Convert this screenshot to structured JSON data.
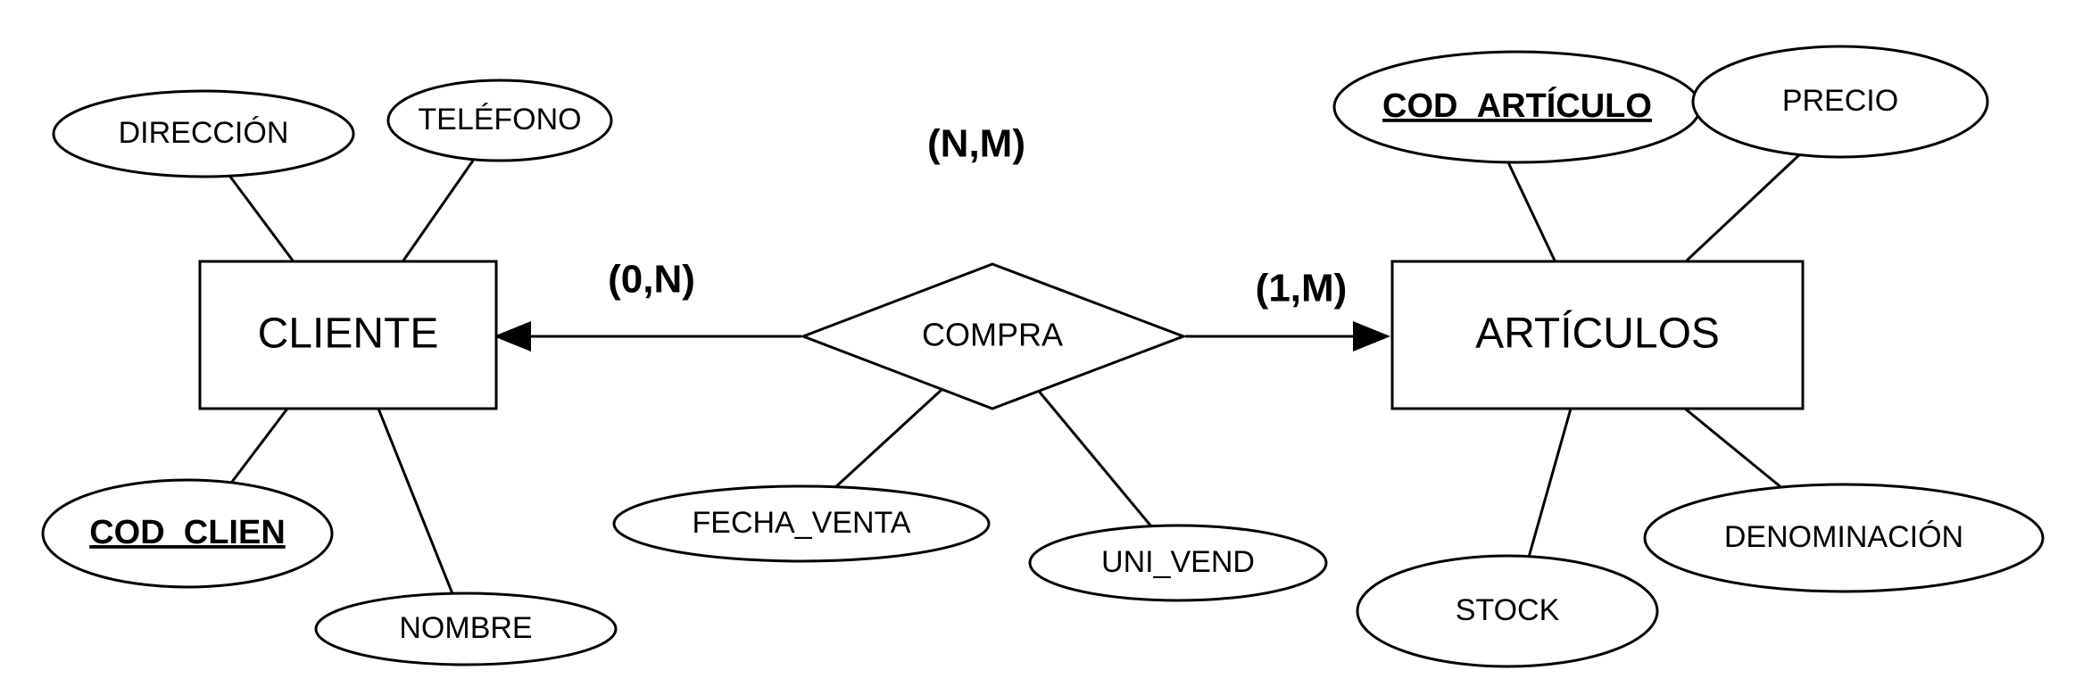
{
  "diagram": {
    "relationship": {
      "label": "COMPRA",
      "cardinality": "(N,M)"
    },
    "cliente": {
      "label": "CLIENTE",
      "cardinality": "(0,N)",
      "attributes": {
        "direccion": "DIRECCIÓN",
        "telefono": "TELÉFONO",
        "cod_clien": "COD_CLIEN",
        "nombre": "NOMBRE"
      }
    },
    "articulos": {
      "label": "ARTÍCULOS",
      "cardinality": "(1,M)",
      "attributes": {
        "cod_articulo": "COD_ARTÍCULO",
        "precio": "PRECIO",
        "stock": "STOCK",
        "denominacion": "DENOMINACIÓN"
      }
    },
    "compra_attributes": {
      "fecha_venta": "FECHA_VENTA",
      "uni_vend": "UNI_VEND"
    }
  }
}
